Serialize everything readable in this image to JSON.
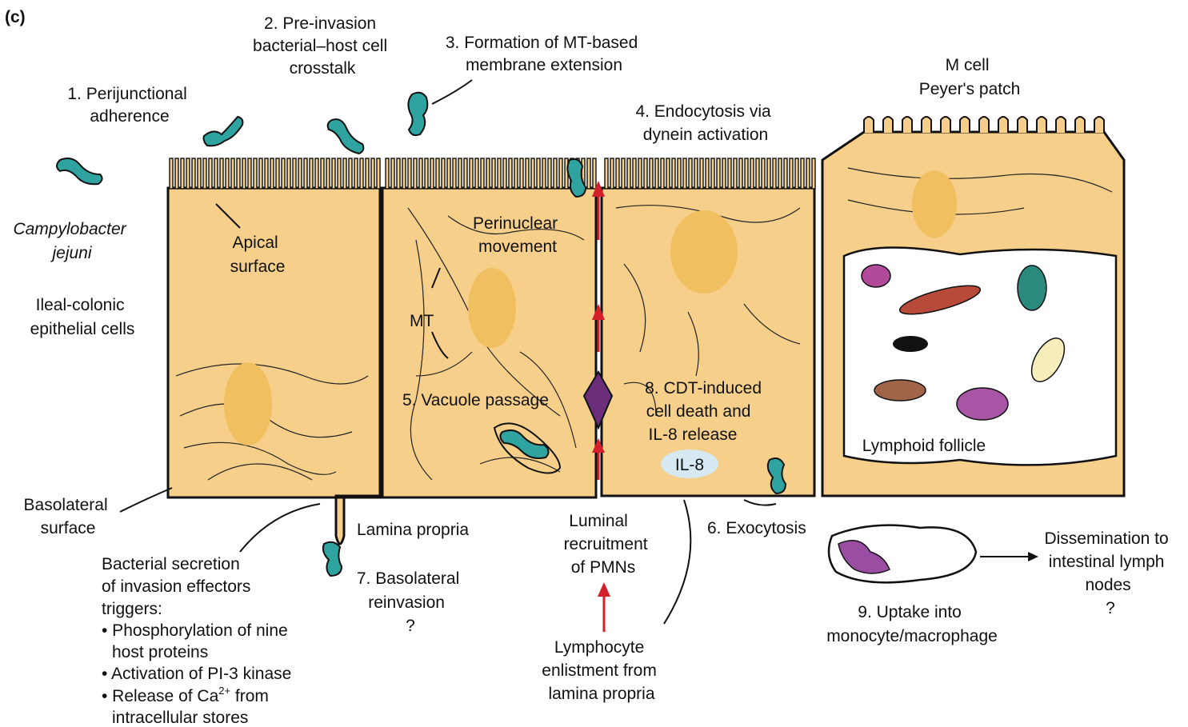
{
  "panel_letter": "(c)",
  "labels": {
    "step1": [
      "1. Perijunctional",
      "adherence"
    ],
    "step2": [
      "2. Pre-invasion",
      "bacterial–host cell",
      "crosstalk"
    ],
    "step3": [
      "3. Formation of MT-based",
      "membrane extension"
    ],
    "step4": [
      "4. Endocytosis via",
      "dynein activation"
    ],
    "step5": "5. Vacuole passage",
    "step6": "6. Exocytosis",
    "step7": [
      "7. Basolateral",
      "reinvasion",
      "?"
    ],
    "step8": [
      "8. CDT-induced",
      "cell death and",
      "IL-8 release"
    ],
    "step9": [
      "9. Uptake into",
      "monocyte/macrophage"
    ],
    "organism": [
      "Campylobacter",
      "jejuni"
    ],
    "epithelial": [
      "Ileal-colonic",
      "epithelial cells"
    ],
    "apical": [
      "Apical",
      "surface"
    ],
    "basolateral": [
      "Basolateral",
      "surface"
    ],
    "perinuclear": [
      "Perinuclear",
      "movement"
    ],
    "mt": "MT",
    "mcell": [
      "M cell",
      "Peyer's patch"
    ],
    "lymphoid": "Lymphoid follicle",
    "lamina": "Lamina propria",
    "il8": "IL-8",
    "pmn": [
      "Luminal",
      "recruitment",
      "of PMNs"
    ],
    "lymphocyte": [
      "Lymphocyte",
      "enlistment from",
      "lamina propria"
    ],
    "dissemination": [
      "Dissemination to",
      "intestinal lymph",
      "nodes",
      "?"
    ],
    "secretion": [
      "Bacterial secretion",
      "of invasion effectors",
      "triggers:"
    ],
    "bullets": [
      "• Phosphorylation of nine",
      "host proteins",
      "• Activation of PI-3 kinase",
      "• Release of Ca",
      "intracellular stores"
    ],
    "ca_sup": "2+",
    "ca_tail": " from"
  },
  "colors": {
    "cytoplasm": "#f6cf8a",
    "nucleus": "#f0c060",
    "bacterium": "#2fa3a0",
    "pmn_arrow": "#d21f2a",
    "pmn_cell": "#7a3a8a"
  }
}
